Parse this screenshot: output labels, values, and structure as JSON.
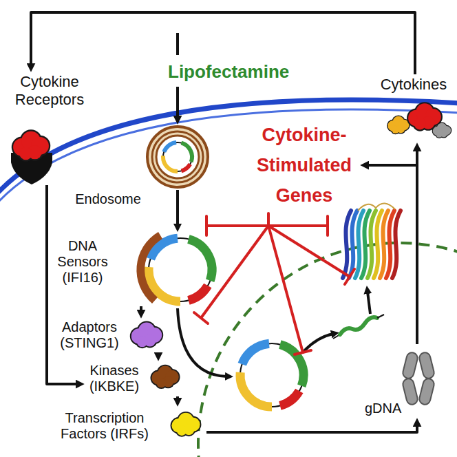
{
  "diagram": {
    "nodes": [
      {
        "text": [
          "Cytokine Receptors"
        ]
      },
      {
        "text": [
          "Lipofectamine"
        ]
      },
      {
        "text": [
          "Cytokines"
        ]
      },
      {
        "text": [
          "Cytokine- Stimulated Genes"
        ]
      },
      {
        "text": [
          "Endosome"
        ]
      },
      {
        "text": [
          "DNA Sensors (IFI16)"
        ]
      },
      {
        "text": [
          "Adaptors (STING1)"
        ]
      },
      {
        "text": [
          "Kinases (IKBKE)"
        ]
      },
      {
        "text": [
          "Transcription Factors (IRFs)"
        ]
      },
      {
        "text": [
          "gDNA"
        ]
      }
    ],
    "edges": [
      {
        "from": 2,
        "to": 0,
        "arrow": "to"
      },
      {
        "from": 1,
        "to": 4,
        "arrow": "to"
      },
      {
        "from": 0,
        "to": 7,
        "arrow": "to"
      },
      {
        "from": 5,
        "to": 6,
        "arrow": "to"
      },
      {
        "from": 6,
        "to": 7,
        "arrow": "to"
      },
      {
        "from": 7,
        "to": 8,
        "arrow": "to"
      },
      {
        "from": 8,
        "to": 9,
        "arrow": "to"
      },
      {
        "from": 9,
        "to": 2,
        "arrow": "to"
      },
      {
        "from": 9,
        "to": 3,
        "arrow": "to"
      }
    ]
  }
}
